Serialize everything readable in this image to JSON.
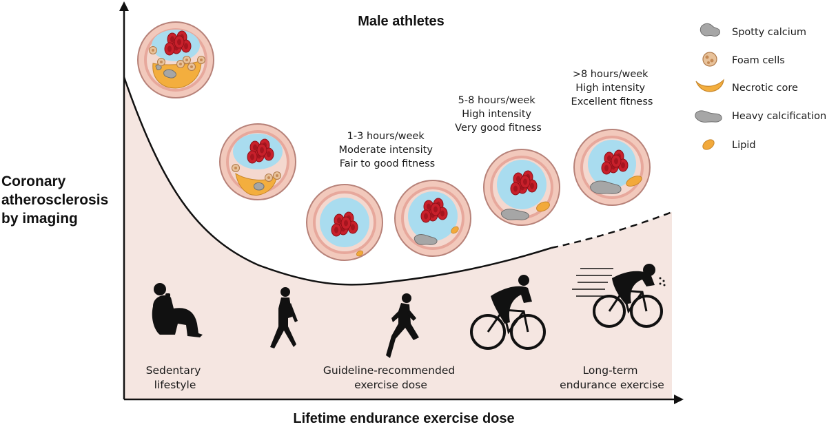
{
  "title": "Male athletes",
  "y_axis_label": [
    "Coronary",
    "atherosclerosis",
    "by imaging"
  ],
  "x_axis_label": "Lifetime endurance exercise dose",
  "legend": [
    {
      "label": "Spotty calcium",
      "icon": "spotty-calcium-icon"
    },
    {
      "label": "Foam cells",
      "icon": "foam-cells-icon"
    },
    {
      "label": "Necrotic core",
      "icon": "necrotic-core-icon"
    },
    {
      "label": "Heavy calcification",
      "icon": "heavy-calcification-icon"
    },
    {
      "label": "Lipid",
      "icon": "lipid-icon"
    }
  ],
  "dose_annotations": [
    [
      "1-3 hours/week",
      "Moderate intensity",
      "Fair to good fitness"
    ],
    [
      "5-8 hours/week",
      "High intensity",
      "Very good fitness"
    ],
    [
      ">8 hours/week",
      "High intensity",
      "Excellent fitness"
    ]
  ],
  "categories": [
    {
      "label": [
        "Sedentary",
        "lifestyle"
      ],
      "icon": "sitting-person-icon"
    },
    {
      "label": [],
      "icon": "walking-person-icon"
    },
    {
      "label": [
        "Guideline-recommended",
        "exercise dose"
      ],
      "icon": "runner-icon"
    },
    {
      "label": [],
      "icon": "cyclist-icon"
    },
    {
      "label": [
        "Long-term",
        "endurance exercise"
      ],
      "icon": "fast-cyclist-icon"
    }
  ],
  "colors": {
    "area_fill": "#f5e6e1",
    "vessel_outer": "#f2c9bc",
    "vessel_wall": "#e7a89c",
    "lumen": "#a9dcef",
    "blood_cells": "#c8202b",
    "necrotic_core": "#f3ae3e",
    "calcification": "#a6a6a6",
    "foam_cells": "#e8b27a",
    "lipid": "#f2a93b"
  }
}
